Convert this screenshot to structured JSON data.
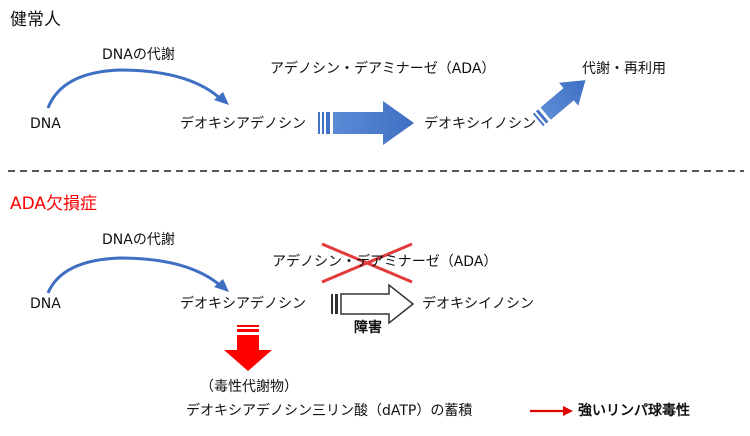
{
  "healthy": {
    "title": "健常人",
    "dna": "DNA",
    "dna_metabolism": "DNAの代謝",
    "deoxyadenosine": "デオキシアデノシン",
    "enzyme": "アデノシン・デアミナーゼ（ADA）",
    "deoxyinosine": "デオキシイノシン",
    "reuse": "代謝・再利用"
  },
  "deficiency": {
    "title": "ADA欠損症",
    "dna": "DNA",
    "dna_metabolism": "DNAの代謝",
    "deoxyadenosine": "デオキシアデノシン",
    "enzyme": "アデノシン・デアミナーゼ（ADA）",
    "deoxyinosine": "デオキシイノシン",
    "blocked": "障害",
    "toxic_note": "（毒性代謝物）",
    "accumulation": "デオキシアデノシン三リン酸（dATP）の蓄積",
    "consequence": "強いリンパ球毒性"
  },
  "colors": {
    "arrow_blue": "#4472c4",
    "alert_red": "#ff0000",
    "title_red": "#ff0000"
  }
}
